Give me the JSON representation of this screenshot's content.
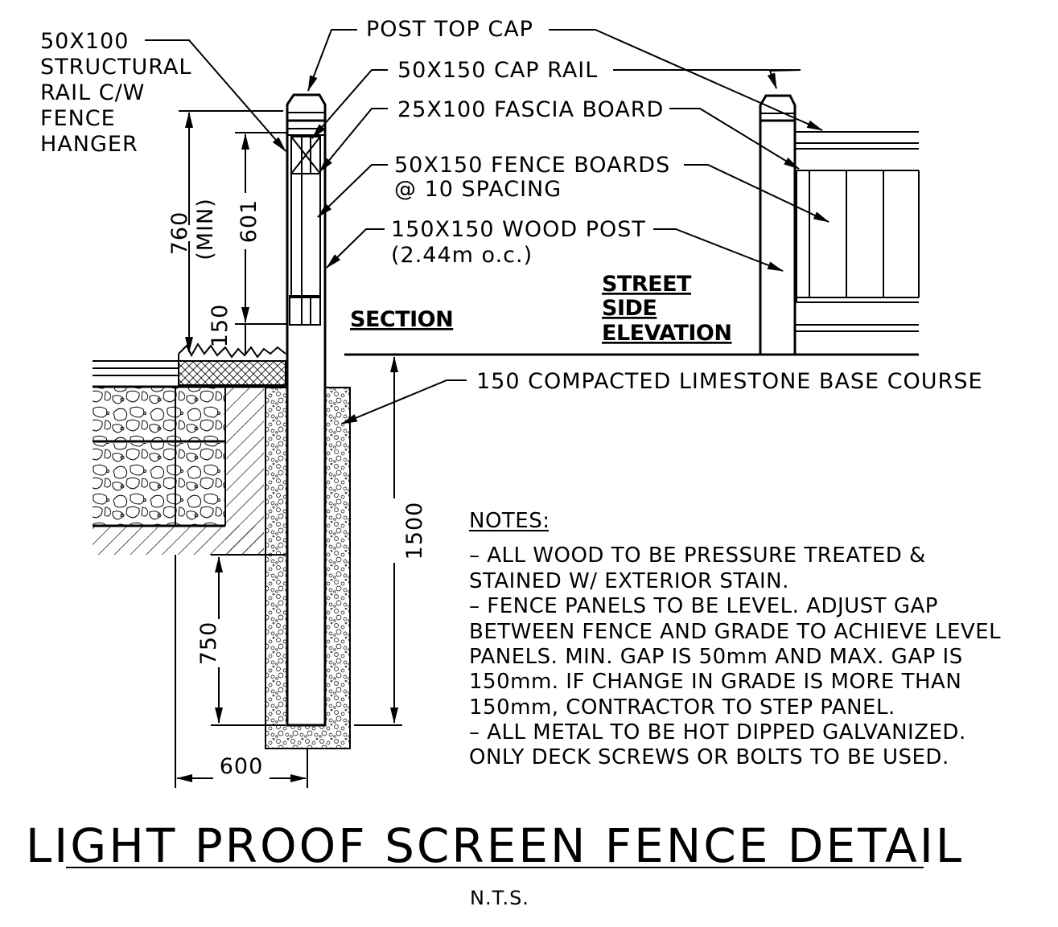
{
  "labels": {
    "post_top_cap": "POST TOP CAP",
    "cap_rail": "50X150 CAP RAIL",
    "fascia_board": "25X100 FASCIA BOARD",
    "fence_boards_1": "50X150 FENCE BOARDS",
    "fence_boards_2": "@ 10 SPACING",
    "wood_post_1": "150X150 WOOD POST",
    "wood_post_2": "(2.44m o.c.)",
    "structural_rail_1": "50X100",
    "structural_rail_2": "STRUCTURAL",
    "structural_rail_3": "RAIL C/W",
    "structural_rail_4": "FENCE",
    "structural_rail_5": "HANGER",
    "base_course": "150 COMPACTED LIMESTONE BASE COURSE",
    "section": "SECTION",
    "elevation_1": "STREET",
    "elevation_2": "SIDE",
    "elevation_3": "ELEVATION"
  },
  "dimensions": {
    "d760": "760",
    "dmin": "(MIN)",
    "d601": "601",
    "d150": "150",
    "d1500": "1500",
    "d750": "750",
    "d600": "600"
  },
  "notes": {
    "heading": "NOTES:",
    "lines": [
      "– ALL WOOD TO BE PRESSURE TREATED &",
      "STAINED W/ EXTERIOR STAIN.",
      "– FENCE PANELS TO BE LEVEL. ADJUST GAP",
      "BETWEEN FENCE AND GRADE TO ACHIEVE LEVEL",
      "PANELS. MIN. GAP IS 50mm AND MAX. GAP IS",
      "150mm. IF CHANGE IN GRADE IS MORE THAN",
      "150mm, CONTRACTOR TO STEP PANEL.",
      "– ALL METAL TO BE HOT DIPPED GALVANIZED.",
      "ONLY DECK SCREWS OR BOLTS TO BE USED."
    ]
  },
  "title": "LIGHT PROOF SCREEN FENCE DETAIL",
  "scale": "N.T.S."
}
